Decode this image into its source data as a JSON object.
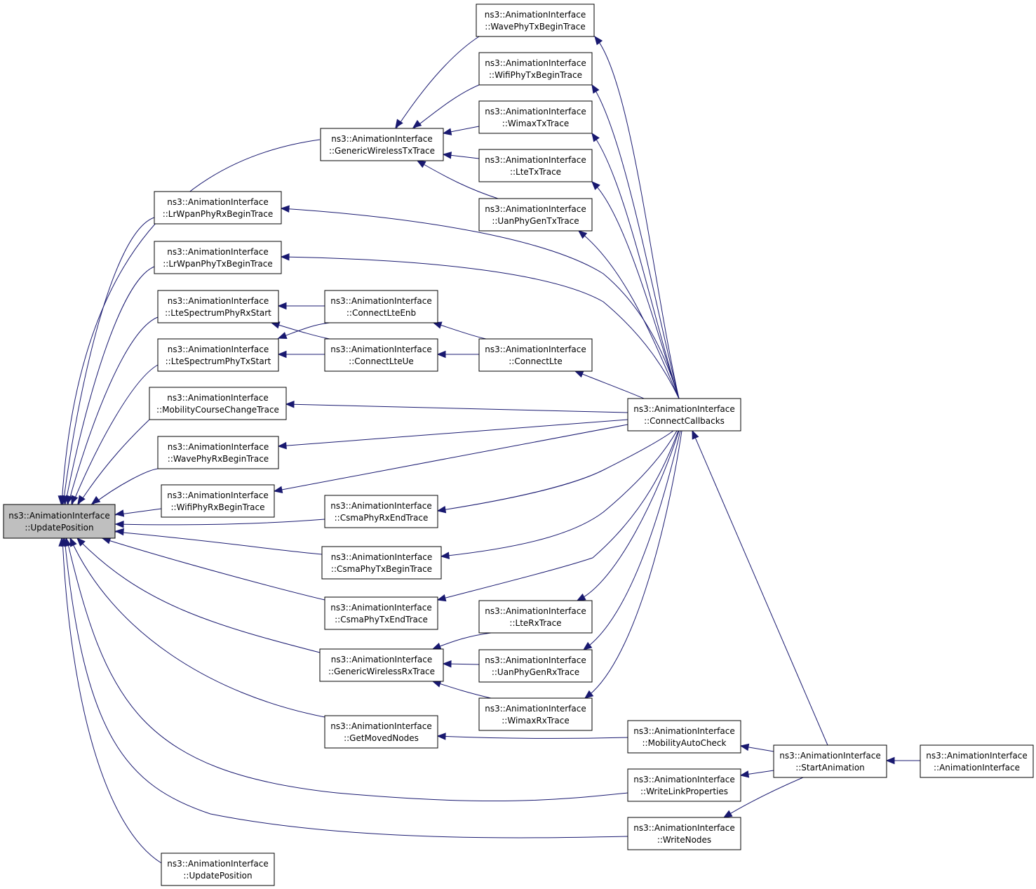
{
  "graph": {
    "nodes": [
      {
        "id": "update",
        "line1": "ns3::AnimationInterface",
        "line2": "::UpdatePosition",
        "highlight": true
      },
      {
        "id": "wavephytxbegin",
        "line1": "ns3::AnimationInterface",
        "line2": "::WavePhyTxBeginTrace"
      },
      {
        "id": "wifiphytxbegin",
        "line1": "ns3::AnimationInterface",
        "line2": "::WifiPhyTxBeginTrace"
      },
      {
        "id": "generictx",
        "line1": "ns3::AnimationInterface",
        "line2": "::GenericWirelessTxTrace"
      },
      {
        "id": "wimaxtx",
        "line1": "ns3::AnimationInterface",
        "line2": "::WimaxTxTrace"
      },
      {
        "id": "ltetx",
        "line1": "ns3::AnimationInterface",
        "line2": "::LteTxTrace"
      },
      {
        "id": "lrwpanrx",
        "line1": "ns3::AnimationInterface",
        "line2": "::LrWpanPhyRxBeginTrace"
      },
      {
        "id": "uantx",
        "line1": "ns3::AnimationInterface",
        "line2": "::UanPhyGenTxTrace"
      },
      {
        "id": "lrwpantx",
        "line1": "ns3::AnimationInterface",
        "line2": "::LrWpanPhyTxBeginTrace"
      },
      {
        "id": "ltespecrx",
        "line1": "ns3::AnimationInterface",
        "line2": "::LteSpectrumPhyRxStart"
      },
      {
        "id": "connectlteenb",
        "line1": "ns3::AnimationInterface",
        "line2": "::ConnectLteEnb"
      },
      {
        "id": "ltespectx",
        "line1": "ns3::AnimationInterface",
        "line2": "::LteSpectrumPhyTxStart"
      },
      {
        "id": "connectlteue",
        "line1": "ns3::AnimationInterface",
        "line2": "::ConnectLteUe"
      },
      {
        "id": "connectlte",
        "line1": "ns3::AnimationInterface",
        "line2": "::ConnectLte"
      },
      {
        "id": "mobilitycourse",
        "line1": "ns3::AnimationInterface",
        "line2": "::MobilityCourseChangeTrace"
      },
      {
        "id": "connectcallbacks",
        "line1": "ns3::AnimationInterface",
        "line2": "::ConnectCallbacks"
      },
      {
        "id": "wavephyrx",
        "line1": "ns3::AnimationInterface",
        "line2": "::WavePhyRxBeginTrace"
      },
      {
        "id": "wifiphyrx",
        "line1": "ns3::AnimationInterface",
        "line2": "::WifiPhyRxBeginTrace"
      },
      {
        "id": "csmarxend",
        "line1": "ns3::AnimationInterface",
        "line2": "::CsmaPhyRxEndTrace"
      },
      {
        "id": "csmatxbegin",
        "line1": "ns3::AnimationInterface",
        "line2": "::CsmaPhyTxBeginTrace"
      },
      {
        "id": "csmatxend",
        "line1": "ns3::AnimationInterface",
        "line2": "::CsmaPhyTxEndTrace"
      },
      {
        "id": "lterx",
        "line1": "ns3::AnimationInterface",
        "line2": "::LteRxTrace"
      },
      {
        "id": "genericrx",
        "line1": "ns3::AnimationInterface",
        "line2": "::GenericWirelessRxTrace"
      },
      {
        "id": "uanrx",
        "line1": "ns3::AnimationInterface",
        "line2": "::UanPhyGenRxTrace"
      },
      {
        "id": "wimaxrx",
        "line1": "ns3::AnimationInterface",
        "line2": "::WimaxRxTrace"
      },
      {
        "id": "getmoved",
        "line1": "ns3::AnimationInterface",
        "line2": "::GetMovedNodes"
      },
      {
        "id": "mobilityauto",
        "line1": "ns3::AnimationInterface",
        "line2": "::MobilityAutoCheck"
      },
      {
        "id": "startanim",
        "line1": "ns3::AnimationInterface",
        "line2": "::StartAnimation"
      },
      {
        "id": "animiface",
        "line1": "ns3::AnimationInterface",
        "line2": "::AnimationInterface"
      },
      {
        "id": "writelink",
        "line1": "ns3::AnimationInterface",
        "line2": "::WriteLinkProperties"
      },
      {
        "id": "writenodes",
        "line1": "ns3::AnimationInterface",
        "line2": "::WriteNodes"
      },
      {
        "id": "update2",
        "line1": "ns3::AnimationInterface",
        "line2": "::UpdatePosition"
      }
    ],
    "edges": [
      {
        "from": "update",
        "to": "generictx"
      },
      {
        "from": "update",
        "to": "lrwpanrx"
      },
      {
        "from": "update",
        "to": "lrwpantx"
      },
      {
        "from": "update",
        "to": "ltespecrx"
      },
      {
        "from": "update",
        "to": "ltespectx"
      },
      {
        "from": "update",
        "to": "mobilitycourse"
      },
      {
        "from": "update",
        "to": "wavephyrx"
      },
      {
        "from": "update",
        "to": "wifiphyrx"
      },
      {
        "from": "update",
        "to": "csmarxend"
      },
      {
        "from": "update",
        "to": "csmatxbegin"
      },
      {
        "from": "update",
        "to": "csmatxend"
      },
      {
        "from": "update",
        "to": "genericrx"
      },
      {
        "from": "update",
        "to": "getmoved"
      },
      {
        "from": "update",
        "to": "writelink"
      },
      {
        "from": "update",
        "to": "writenodes"
      },
      {
        "from": "update",
        "to": "update2"
      },
      {
        "from": "generictx",
        "to": "wavephytxbegin"
      },
      {
        "from": "generictx",
        "to": "wifiphytxbegin"
      },
      {
        "from": "generictx",
        "to": "wimaxtx"
      },
      {
        "from": "generictx",
        "to": "ltetx"
      },
      {
        "from": "generictx",
        "to": "uantx"
      },
      {
        "from": "ltespecrx",
        "to": "connectlteenb"
      },
      {
        "from": "ltespecrx",
        "to": "connectlteue"
      },
      {
        "from": "ltespectx",
        "to": "connectlteenb"
      },
      {
        "from": "ltespectx",
        "to": "connectlteue"
      },
      {
        "from": "connectlteenb",
        "to": "connectlte"
      },
      {
        "from": "connectlteue",
        "to": "connectlte"
      },
      {
        "from": "wavephytxbegin",
        "to": "connectcallbacks"
      },
      {
        "from": "wifiphytxbegin",
        "to": "connectcallbacks"
      },
      {
        "from": "wimaxtx",
        "to": "connectcallbacks"
      },
      {
        "from": "ltetx",
        "to": "connectcallbacks"
      },
      {
        "from": "uantx",
        "to": "connectcallbacks"
      },
      {
        "from": "lrwpanrx",
        "to": "connectcallbacks"
      },
      {
        "from": "lrwpantx",
        "to": "connectcallbacks"
      },
      {
        "from": "connectlte",
        "to": "connectcallbacks"
      },
      {
        "from": "mobilitycourse",
        "to": "connectcallbacks"
      },
      {
        "from": "wavephyrx",
        "to": "connectcallbacks"
      },
      {
        "from": "wifiphyrx",
        "to": "connectcallbacks"
      },
      {
        "from": "csmarxend",
        "to": "connectcallbacks"
      },
      {
        "from": "csmatxbegin",
        "to": "connectcallbacks"
      },
      {
        "from": "csmatxend",
        "to": "connectcallbacks"
      },
      {
        "from": "lterx",
        "to": "connectcallbacks"
      },
      {
        "from": "uanrx",
        "to": "connectcallbacks"
      },
      {
        "from": "wimaxrx",
        "to": "connectcallbacks"
      },
      {
        "from": "genericrx",
        "to": "lterx"
      },
      {
        "from": "genericrx",
        "to": "uanrx"
      },
      {
        "from": "genericrx",
        "to": "wimaxrx"
      },
      {
        "from": "getmoved",
        "to": "mobilityauto"
      },
      {
        "from": "connectcallbacks",
        "to": "startanim"
      },
      {
        "from": "mobilityauto",
        "to": "startanim"
      },
      {
        "from": "writelink",
        "to": "startanim"
      },
      {
        "from": "writenodes",
        "to": "startanim"
      },
      {
        "from": "startanim",
        "to": "animiface"
      }
    ]
  }
}
